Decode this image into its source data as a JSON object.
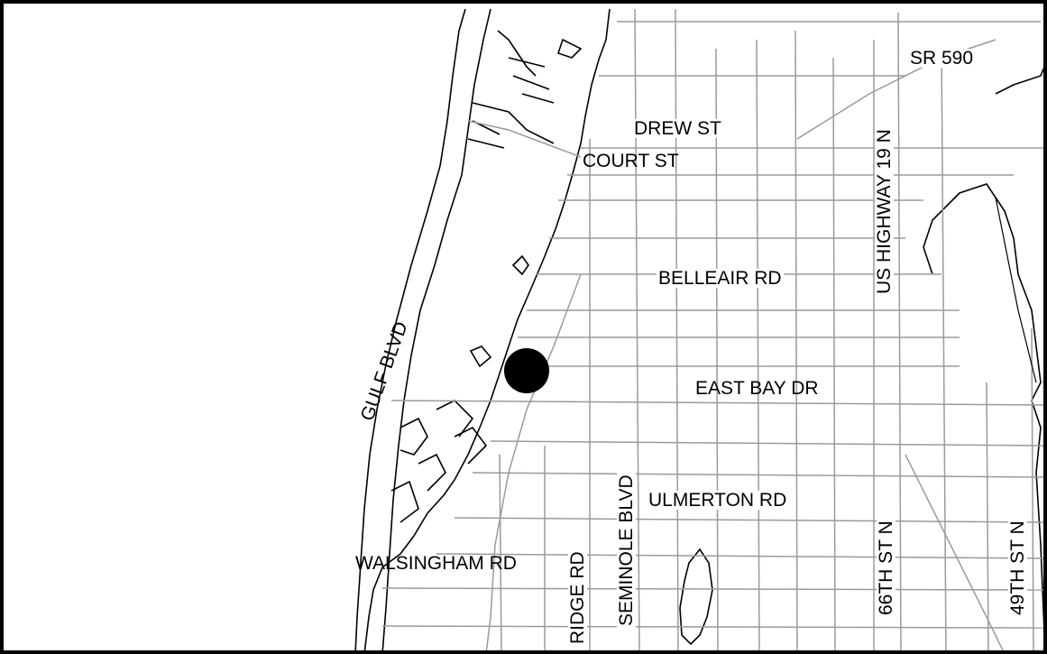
{
  "map": {
    "colors": {
      "water": "#ffffff",
      "land": "#ffffff",
      "road": "#9a9a9a",
      "coast": "#000000",
      "marker": "#000000"
    },
    "marker": {
      "name": "location-marker",
      "shape": "filled-circle"
    },
    "labels": {
      "sr590": "SR 590",
      "drew": "DREW ST",
      "court": "COURT ST",
      "belleair": "BELLEAIR RD",
      "eastbay": "EAST BAY DR",
      "ulmerton": "ULMERTON RD",
      "walsingham": "WALSINGHAM RD",
      "gulf": "GULF BLVD",
      "us19": "US HIGHWAY 19 N",
      "seminole": "SEMINOLE BLVD",
      "ridge": "RIDGE RD",
      "st66": "66TH ST N",
      "st49": "49TH ST N"
    }
  }
}
